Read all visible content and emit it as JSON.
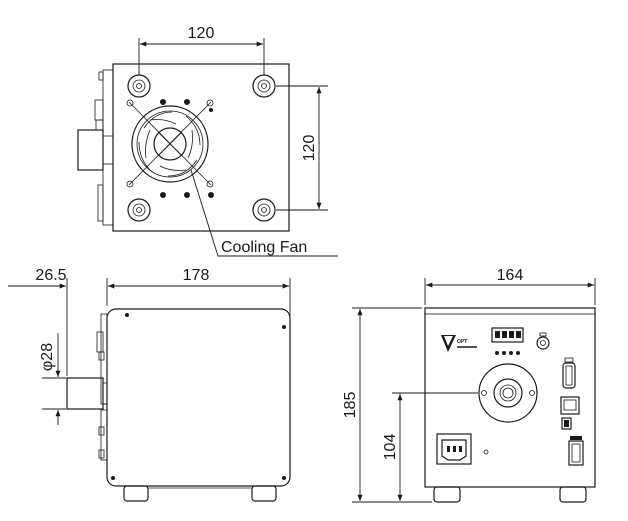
{
  "dimensions": {
    "top_width": "120",
    "top_height": "120",
    "side_offset": "26.5",
    "side_width": "178",
    "side_diameter": "φ28",
    "front_width": "164",
    "front_height": "185",
    "front_axis_height": "104"
  },
  "callouts": {
    "fan": "Cooling Fan"
  },
  "logo": {
    "text": "OPT",
    "color": "#1a1a1a"
  }
}
